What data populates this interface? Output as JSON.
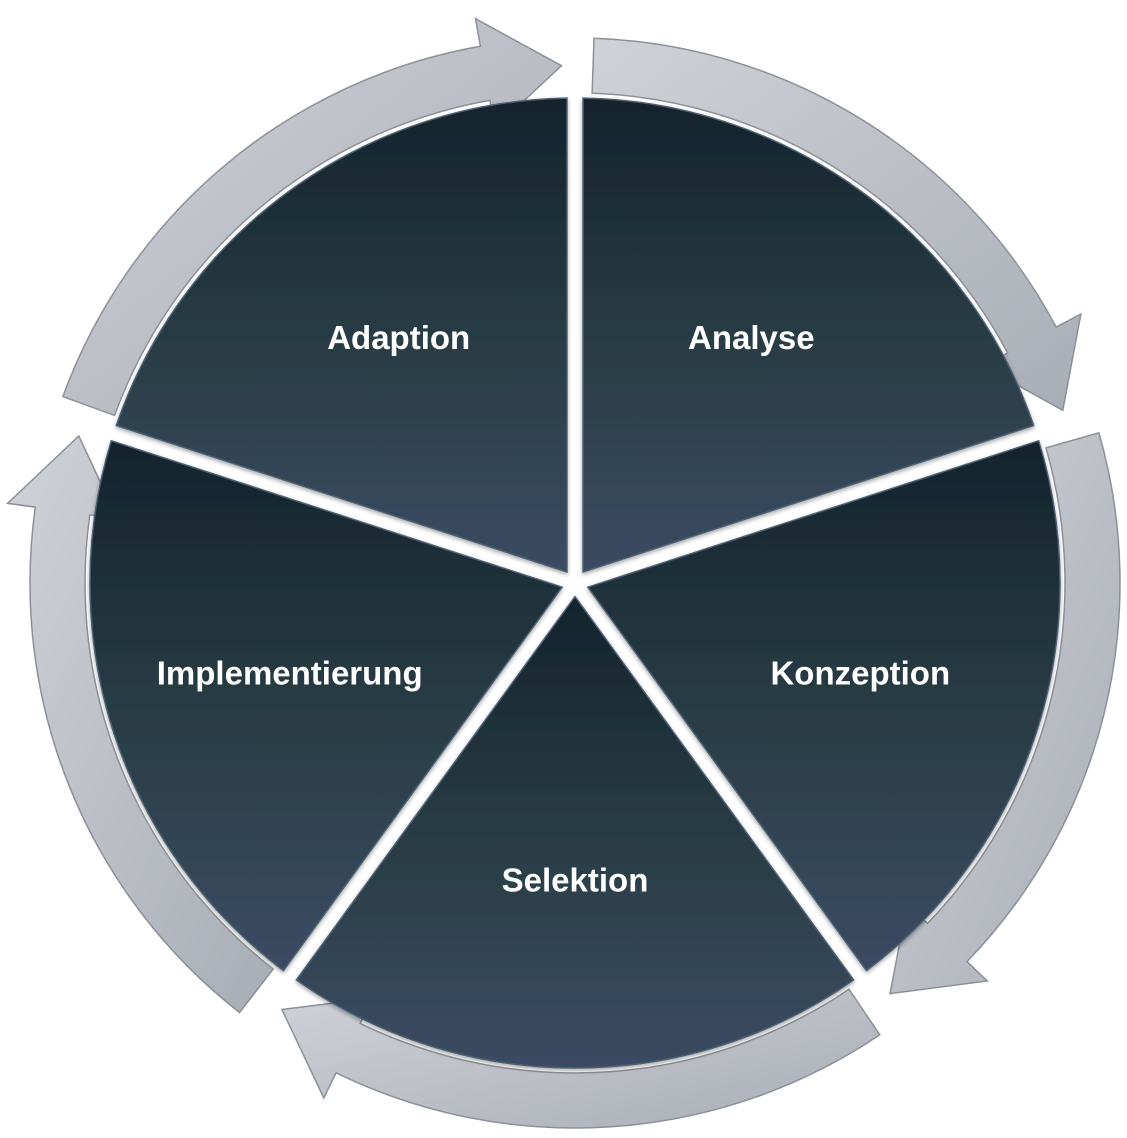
{
  "diagram": {
    "type": "cycle",
    "segments": [
      {
        "id": "analyse",
        "label": "Analyse"
      },
      {
        "id": "konzeption",
        "label": "Konzeption"
      },
      {
        "id": "selektion",
        "label": "Selektion"
      },
      {
        "id": "implementierung",
        "label": "Implementierung"
      },
      {
        "id": "adaption",
        "label": "Adaption"
      }
    ],
    "direction": "clockwise",
    "colors": {
      "segment_top": "#14232c",
      "segment_bottom": "#3b4b63",
      "arrow_fill": "#b8bcc4",
      "arrow_highlight": "#e2e4e8",
      "arrow_shadow": "#8c9099",
      "label": "#ffffff"
    }
  }
}
